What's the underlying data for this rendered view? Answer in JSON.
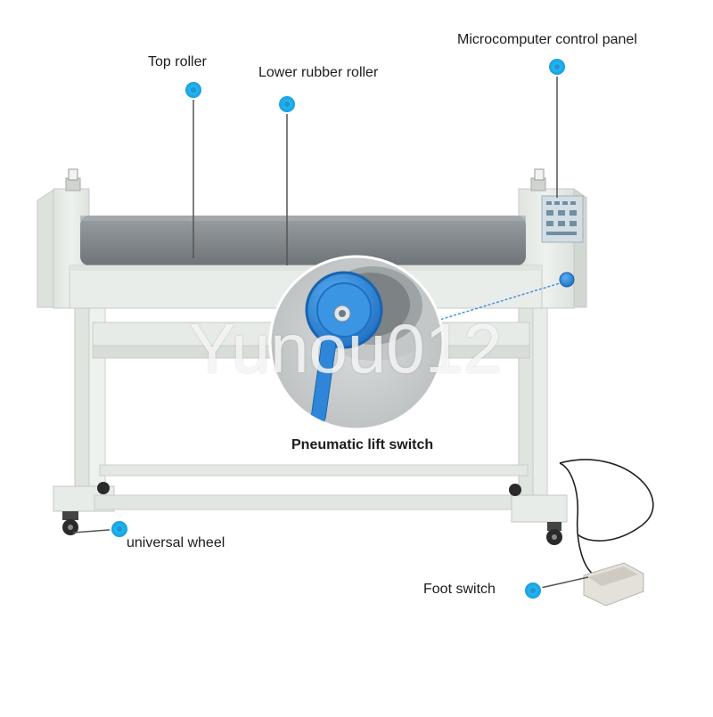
{
  "callouts": {
    "top_roller": "Top roller",
    "lower_rubber_roller": "Lower rubber roller",
    "control_panel": "Microcomputer control panel",
    "pneumatic_lift_switch": "Pneumatic lift switch",
    "universal_wheel": "universal wheel",
    "foot_switch": "Foot switch"
  },
  "watermark": "Yunou012",
  "colors": {
    "callout_dot": "#1aa7e6",
    "machine_body": "#e6ebe6",
    "roller": "#8b9094",
    "switch_knob": "#2f86d9",
    "leader_line": "#555555"
  }
}
